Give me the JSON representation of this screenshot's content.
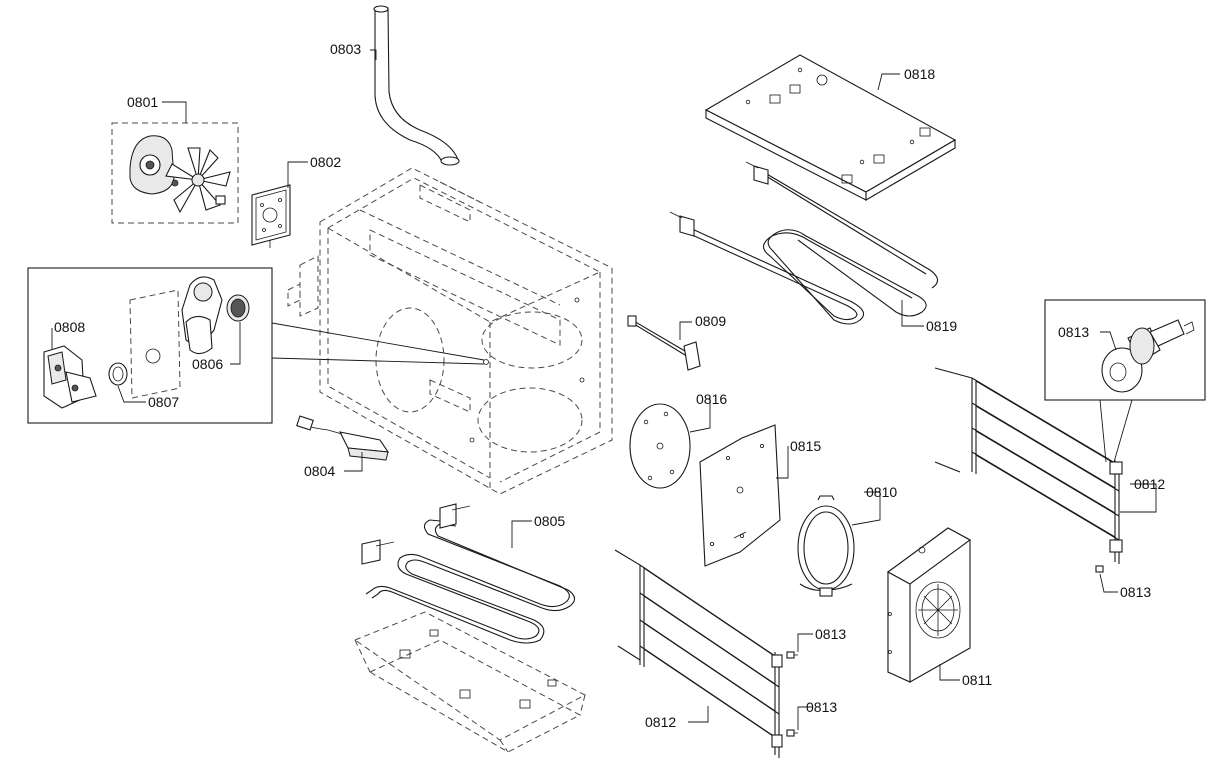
{
  "labels": {
    "p0801": "0801",
    "p0802": "0802",
    "p0803": "0803",
    "p0804": "0804",
    "p0805": "0805",
    "p0806": "0806",
    "p0807": "0807",
    "p0808": "0808",
    "p0809": "0809",
    "p0810": "0810",
    "p0811": "0811",
    "p0812a": "0812",
    "p0812b": "0812",
    "p0813a": "0813",
    "p0813b": "0813",
    "p0813c": "0813",
    "p0813d": "0813",
    "p0815": "0815",
    "p0816": "0816",
    "p0818": "0818",
    "p0819": "0819"
  },
  "colors": {
    "line": "#1a1a1a",
    "background": "#ffffff"
  }
}
